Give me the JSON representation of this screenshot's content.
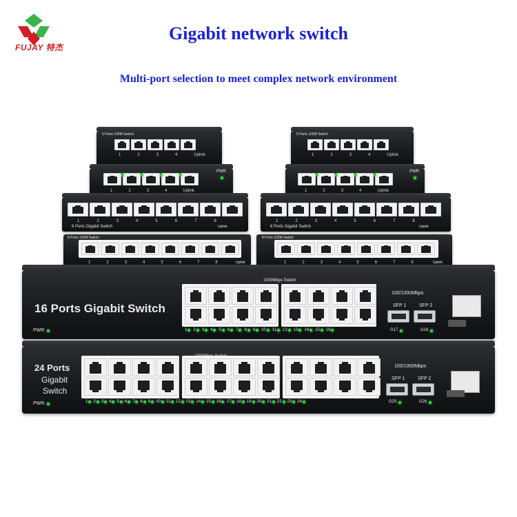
{
  "brand": {
    "name": "FUJAY 特杰"
  },
  "header": {
    "title": "Gigabit network switch",
    "subtitle": "Multi-port selection to meet complex network environment"
  },
  "switches": {
    "s5_left": {
      "model": "5 Ports 100M Switch",
      "ports": [
        "1",
        "2",
        "3",
        "4",
        "Uplink"
      ]
    },
    "s5_right": {
      "model": "5 Ports 100M Switch",
      "ports": [
        "1",
        "2",
        "3",
        "4",
        "Uplink"
      ]
    },
    "s5b_left": {
      "ports": [
        "1",
        "2",
        "3",
        "4",
        "Uplink"
      ],
      "pwr": "PWR"
    },
    "s5b_right": {
      "ports": [
        "1",
        "2",
        "3",
        "4",
        "Uplink"
      ],
      "pwr": "PWR"
    },
    "s8g_left": {
      "model": "8 Ports Gigabit Switch",
      "ports": [
        "1",
        "2",
        "3",
        "4",
        "5",
        "6",
        "7",
        "8"
      ],
      "uplink": "Uplink"
    },
    "s8g_right": {
      "model": "8 Ports Gigabit Switch",
      "ports": [
        "1",
        "2",
        "3",
        "4",
        "5",
        "6",
        "7",
        "8"
      ],
      "uplink": "Uplink"
    },
    "s8_left": {
      "model": "8 Ports 100M Switch",
      "ports": [
        "1",
        "2",
        "3",
        "4",
        "5",
        "6",
        "7",
        "8"
      ],
      "uplink": "Uplink"
    },
    "s8_right": {
      "model": "8 Ports 100M Switch",
      "ports": [
        "1",
        "2",
        "3",
        "4",
        "5",
        "6",
        "7",
        "8"
      ],
      "uplink": "Uplink"
    },
    "s16": {
      "name": "16 Ports Gigabit Switch",
      "speed_top": "1000Mbps Switch",
      "speed_sfp": "100/1000Mbps",
      "sfp1": "SFP 1",
      "sfp2": "SFP 2",
      "pwr": "PWR",
      "port_labels": [
        "1",
        "2",
        "3",
        "4",
        "5",
        "6",
        "7",
        "8",
        "9",
        "10",
        "11",
        "12",
        "13",
        "14",
        "15",
        "16"
      ],
      "sfp_ports": [
        "G17",
        "G18"
      ]
    },
    "s24": {
      "name_line1": "24 Ports",
      "name_line2": "Gigabit",
      "name_line3": "Switch",
      "speed_top": "1000Mbps Switch",
      "speed_sfp": "100/1000Mbps",
      "sfp1": "SFP 1",
      "sfp2": "SFP 2",
      "pwr": "PWR",
      "port_labels": [
        "1",
        "2",
        "3",
        "4",
        "5",
        "6",
        "7",
        "8",
        "9",
        "10",
        "11",
        "12",
        "13",
        "14",
        "15",
        "16",
        "17",
        "18",
        "19",
        "20",
        "21",
        "22",
        "23",
        "24"
      ],
      "sfp_ports": [
        "G25",
        "G26"
      ]
    }
  },
  "colors": {
    "title": "#1a21d6",
    "brand": "#d21f26",
    "logo_green": "#3bb54a",
    "led": "#2fd93a"
  }
}
